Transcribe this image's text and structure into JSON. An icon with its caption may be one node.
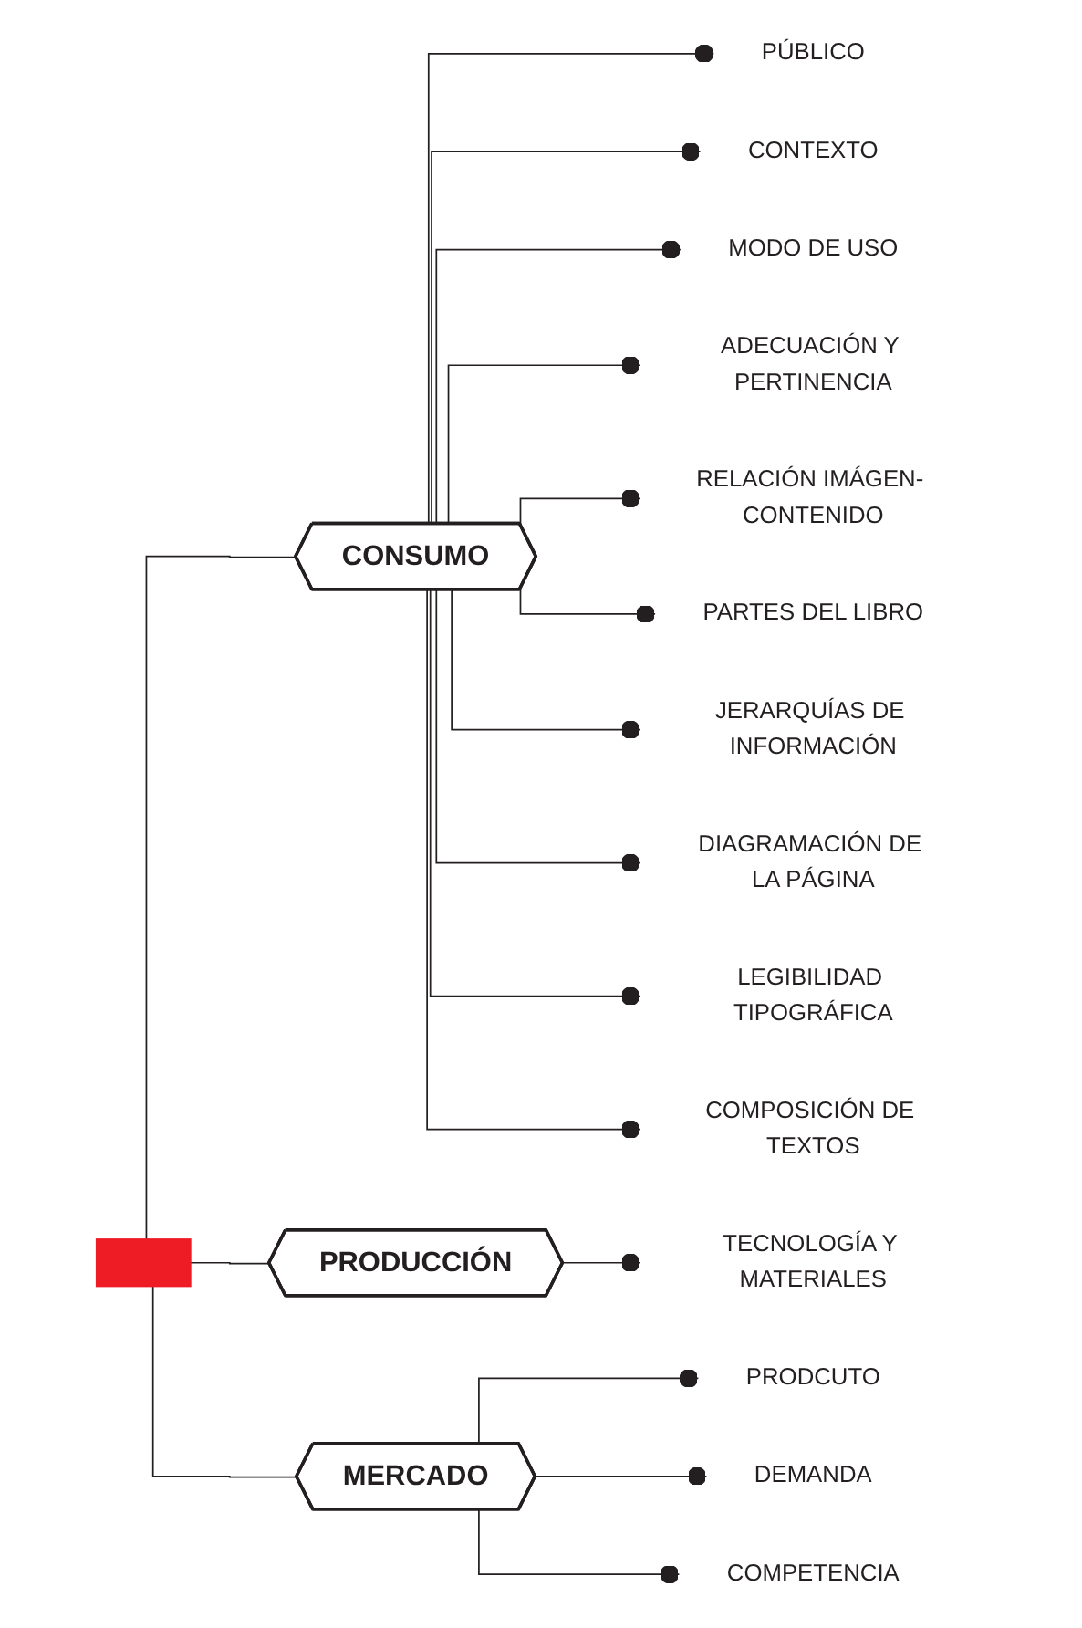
{
  "diagram": {
    "nodes": [
      {
        "text": [],
        "shape": "bar"
      },
      {
        "text": [
          "CONSUMO"
        ]
      },
      {
        "text": [
          "PÚBLICO"
        ]
      },
      {
        "text": [
          "CONTEXTO"
        ]
      },
      {
        "text": [
          "MODO DE USO"
        ]
      },
      {
        "text": [
          "ADECUACIÓN Y PERTINENCIA"
        ]
      },
      {
        "text": [
          "RELACIÓN IMÁGEN- CONTENIDO"
        ]
      },
      {
        "text": [
          "PARTES DEL LIBRO"
        ]
      },
      {
        "text": [
          "JERARQUÍAS DE INFORMACIÓN"
        ]
      },
      {
        "text": [
          "DIAGRAMACIÓN DE LA PÁGINA"
        ]
      },
      {
        "text": [
          "LEGIBILIDAD TIPOGRÁFICA"
        ]
      },
      {
        "text": [
          "COMPOSICIÓN DE TEXTOS"
        ]
      },
      {
        "text": [
          "PRODUCCIÓN"
        ]
      },
      {
        "text": [
          "TECNOLOGÍA Y MATERIALES"
        ]
      },
      {
        "text": [
          "MERCADO"
        ]
      },
      {
        "text": [
          "PRODCUTO"
        ]
      },
      {
        "text": [
          "DEMANDA"
        ]
      },
      {
        "text": [
          "COMPETENCIA"
        ]
      }
    ],
    "edges": [
      {
        "from": 0,
        "to": 1,
        "arrow": "none"
      },
      {
        "from": 0,
        "to": 12,
        "arrow": "none"
      },
      {
        "from": 0,
        "to": 14,
        "arrow": "none"
      },
      {
        "from": 1,
        "to": 2,
        "arrow": "other"
      },
      {
        "from": 1,
        "to": 3,
        "arrow": "other"
      },
      {
        "from": 1,
        "to": 4,
        "arrow": "other"
      },
      {
        "from": 1,
        "to": 5,
        "arrow": "other"
      },
      {
        "from": 1,
        "to": 6,
        "arrow": "other"
      },
      {
        "from": 1,
        "to": 7,
        "arrow": "other"
      },
      {
        "from": 1,
        "to": 8,
        "arrow": "other"
      },
      {
        "from": 1,
        "to": 9,
        "arrow": "other"
      },
      {
        "from": 1,
        "to": 10,
        "arrow": "other"
      },
      {
        "from": 1,
        "to": 11,
        "arrow": "other"
      },
      {
        "from": 12,
        "to": 13,
        "arrow": "other"
      },
      {
        "from": 14,
        "to": 15,
        "arrow": "other"
      },
      {
        "from": 14,
        "to": 16,
        "arrow": "other"
      },
      {
        "from": 14,
        "to": 17,
        "arrow": "other"
      }
    ]
  }
}
